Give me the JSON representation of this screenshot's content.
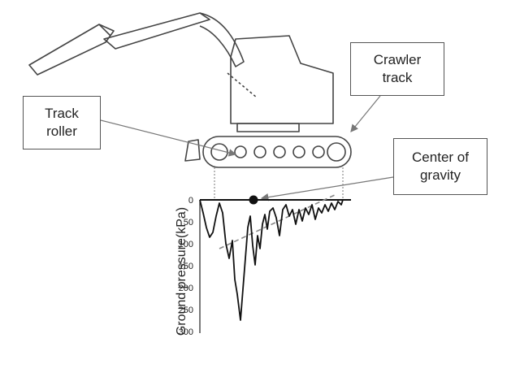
{
  "callouts": {
    "crawler_track": [
      "Crawler",
      "track"
    ],
    "track_roller": [
      "Track",
      "roller"
    ],
    "center_of_gravity": [
      "Center of",
      "gravity"
    ]
  },
  "chart_data": {
    "type": "line",
    "ylabel": "Ground pressure(kPa)",
    "yticks": [
      "0",
      "50",
      "100",
      "150",
      "200",
      "250",
      "300"
    ],
    "ylim": [
      0,
      300
    ],
    "y_inverted": true,
    "colors": {
      "line": "#111111",
      "trend": "#888888",
      "guide": "#777777"
    }
  }
}
